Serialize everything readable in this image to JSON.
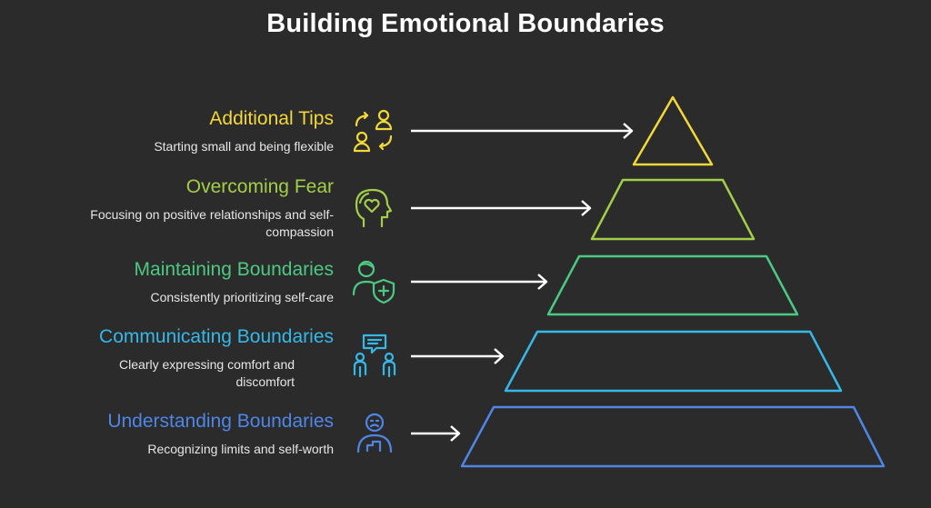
{
  "title": "Building Emotional Boundaries",
  "levels": [
    {
      "heading": "Additional Tips",
      "description": "Starting small and being flexible",
      "icon": "people-exchange-icon",
      "color": "#f2d838"
    },
    {
      "heading": "Overcoming Fear",
      "description": "Focusing on positive relationships and self-compassion",
      "icon": "head-heart-icon",
      "color": "#a3cf48"
    },
    {
      "heading": "Maintaining Boundaries",
      "description": "Consistently prioritizing self-care",
      "icon": "person-shield-icon",
      "color": "#4cc982"
    },
    {
      "heading": "Communicating Boundaries",
      "description": "Clearly expressing comfort and discomfort",
      "icon": "people-chat-icon",
      "color": "#35b8e8"
    },
    {
      "heading": "Understanding Boundaries",
      "description": "Recognizing limits and self-worth",
      "icon": "person-limit-icon",
      "color": "#4f86e6"
    }
  ],
  "arrow_color": "#ffffff"
}
